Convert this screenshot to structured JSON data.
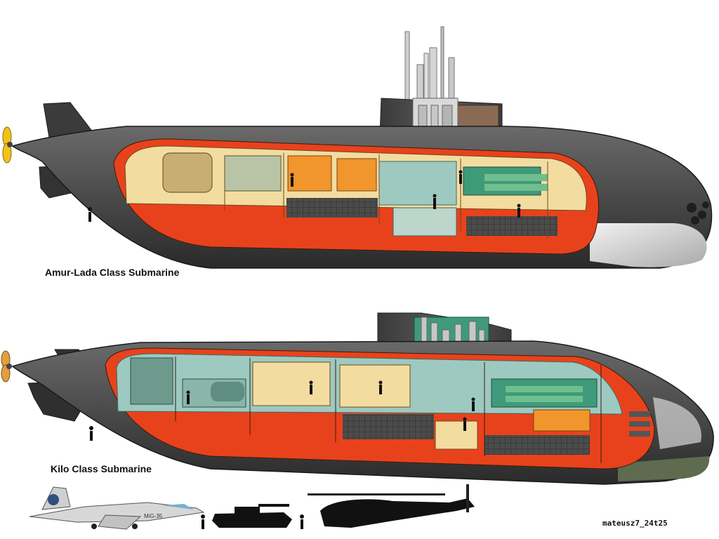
{
  "captions": {
    "top_submarine": "Amur-Lada Class Submarine",
    "bottom_submarine": "Kilo Class Submarine"
  },
  "aircraft_marking": "MiG-35",
  "signature": "mateusz7_24t25",
  "colors": {
    "hull": "#4a4a4a",
    "hull_dark": "#2e2e2e",
    "inner_hull": "#e8421c",
    "interior_cream": "#f3dca0",
    "interior_teal": "#9ec9c0",
    "interior_green": "#3f9a7a",
    "machinery_orange": "#f0962c",
    "propeller": "#f2c21b",
    "sonar_dome": "#d8d8d8"
  },
  "silhouettes": [
    "human-figure",
    "mig-35-jet",
    "tank",
    "helicopter"
  ]
}
